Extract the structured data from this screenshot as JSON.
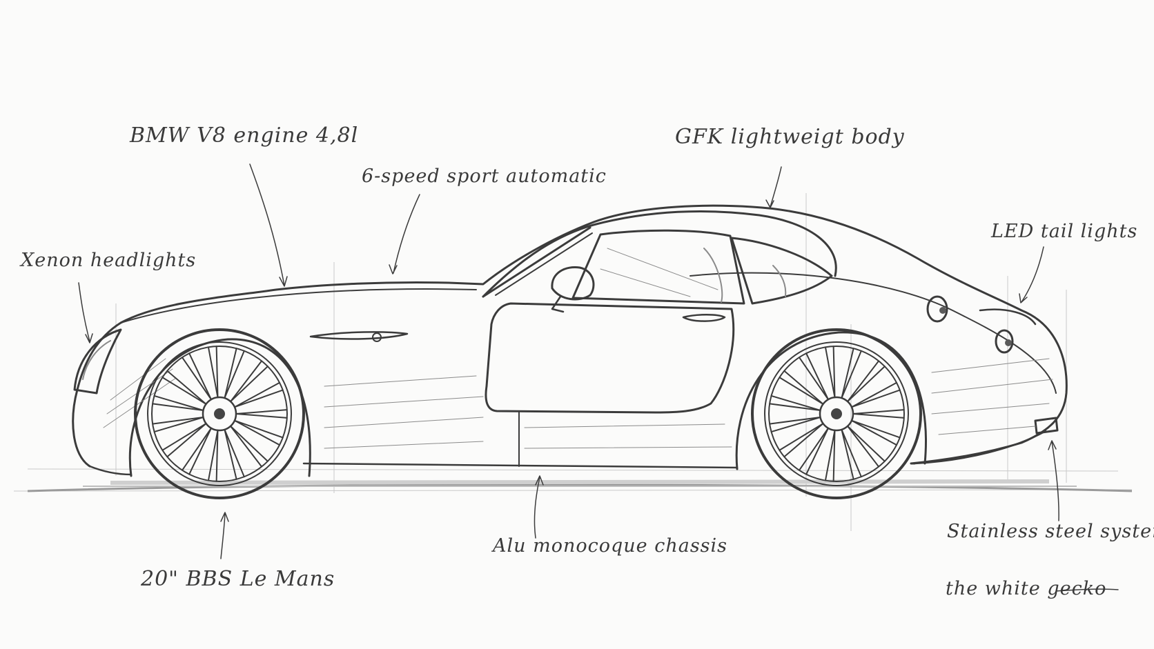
{
  "annotations": {
    "engine": "BMW V8 engine 4,8l",
    "transmission": "6-speed sport automatic",
    "body": "GFK lightweigt body",
    "headlights": "Xenon headlights",
    "tail_lights": "LED tail lights",
    "wheels": "20\" BBS Le Mans",
    "chassis": "Alu monocoque chassis",
    "exhaust": "Stainless steel system"
  },
  "signature": "the white gecko",
  "colors": {
    "paper": "#fbfbfa",
    "pencil": "#3b3b3b",
    "shading": "#8a8a8a"
  }
}
